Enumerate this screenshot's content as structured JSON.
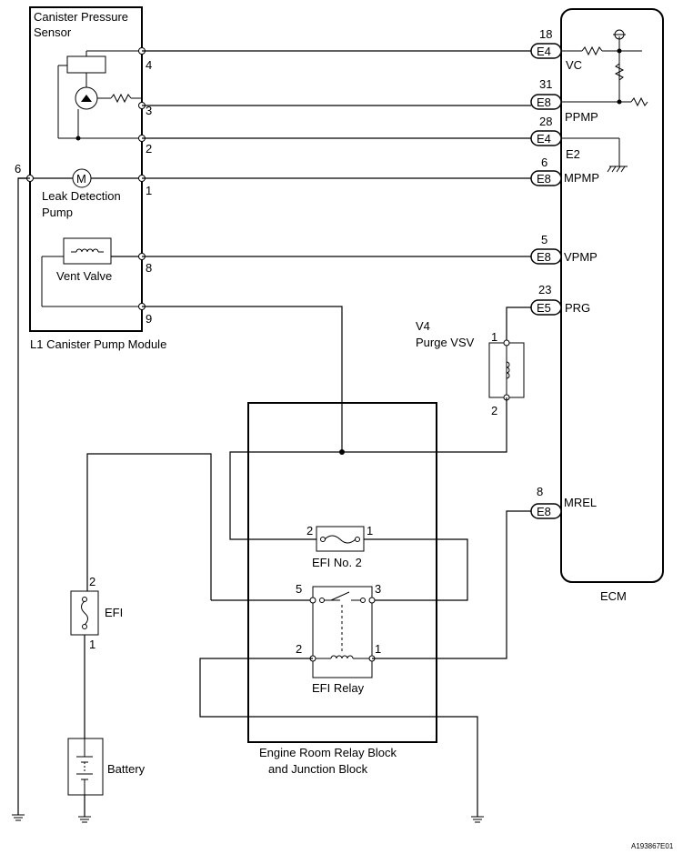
{
  "module": {
    "sensor_title_line1": "Canister Pressure",
    "sensor_title_line2": "Sensor",
    "pump_label_line1": "Leak Detection",
    "pump_label_line2": "Pump",
    "vent_valve_label": "Vent Valve",
    "module_label": "L1 Canister Pump Module",
    "pump_symbol": "M",
    "pins": [
      "4",
      "3",
      "2",
      "1",
      "8",
      "9"
    ],
    "outer_pin": "6"
  },
  "ecm": {
    "label": "ECM",
    "terminals": [
      {
        "pin": "18",
        "connector": "E4",
        "name": "VC"
      },
      {
        "pin": "31",
        "connector": "E8",
        "name": "PPMP"
      },
      {
        "pin": "28",
        "connector": "E4",
        "name": "E2"
      },
      {
        "pin": "6",
        "connector": "E8",
        "name": "MPMP"
      },
      {
        "pin": "5",
        "connector": "E8",
        "name": "VPMP"
      },
      {
        "pin": "23",
        "connector": "E5",
        "name": "PRG"
      },
      {
        "pin": "8",
        "connector": "E8",
        "name": "MREL"
      }
    ]
  },
  "vsv": {
    "label_line1": "V4",
    "label_line2": "Purge VSV",
    "pin_top": "1",
    "pin_bottom": "2"
  },
  "relay_block": {
    "label_line1": "Engine Room Relay Block",
    "label_line2": "and Junction Block",
    "efi_no2": {
      "label": "EFI No. 2",
      "pin_left": "2",
      "pin_right": "1"
    },
    "efi_relay": {
      "label": "EFI Relay",
      "pin_switch_left": "5",
      "pin_switch_right": "3",
      "pin_coil_left": "2",
      "pin_coil_right": "1"
    }
  },
  "efi_fuse": {
    "label": "EFI",
    "pin_top": "2",
    "pin_bottom": "1"
  },
  "battery": {
    "label": "Battery"
  },
  "figure_id": "A193867E01"
}
